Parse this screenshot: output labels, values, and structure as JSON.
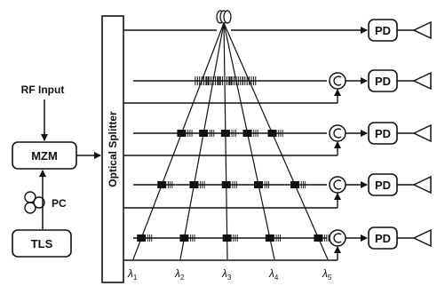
{
  "labels": {
    "rf_input": "RF Input",
    "mzm": "MZM",
    "pc": "PC",
    "tls": "TLS",
    "optical_splitter": "Optical Splitter",
    "pd": "PD"
  },
  "wavelengths": [
    {
      "symbol": "λ",
      "sub": "1"
    },
    {
      "symbol": "λ",
      "sub": "2"
    },
    {
      "symbol": "λ",
      "sub": "3"
    },
    {
      "symbol": "λ",
      "sub": "4"
    },
    {
      "symbol": "λ",
      "sub": "5"
    }
  ],
  "icons": {
    "fiber_coil": "fiber-coil-icon",
    "circulator": "circulator-icon",
    "polarization_controller": "polarization-controller-icon",
    "antenna": "antenna-icon"
  },
  "colors": {
    "stroke": "#111111",
    "background": "#ffffff"
  }
}
